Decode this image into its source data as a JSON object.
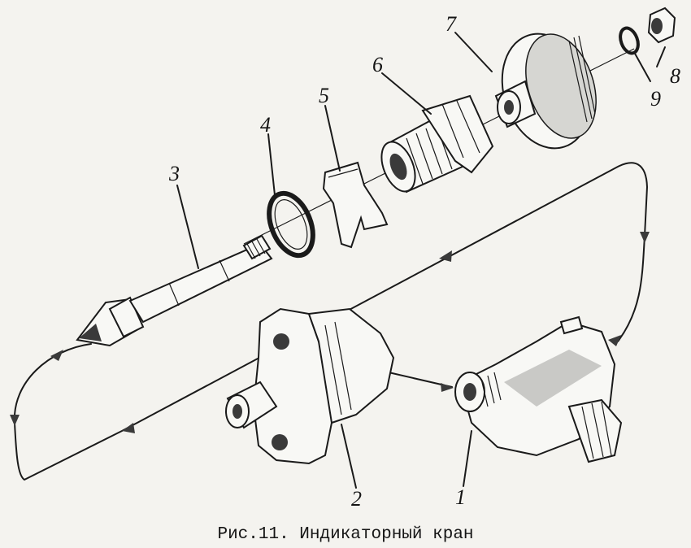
{
  "caption": "Рис.11. Индикаторный кран",
  "callouts": [
    "1",
    "2",
    "3",
    "4",
    "5",
    "6",
    "7",
    "8",
    "9"
  ]
}
